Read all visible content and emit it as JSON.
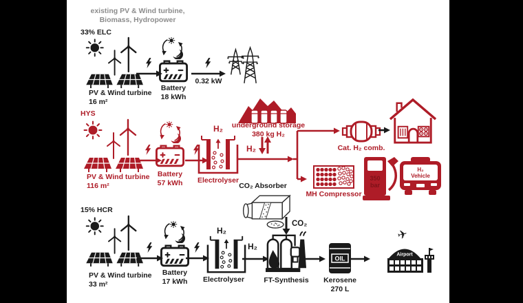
{
  "colors": {
    "accent_red": "#AE1C27",
    "black": "#1a1a1a",
    "gray_note": "#8C8C8C",
    "pump_text_red": "#7E1118"
  },
  "note": {
    "line1": "existing PV & Wind turbine,",
    "line2": "Biomass, Hydropower"
  },
  "icons": {
    "plane": "✈"
  },
  "elc": {
    "label": "33% ELC",
    "pv_name": "PV & Wind turbine",
    "pv_size": "16 m²",
    "battery_name": "Battery",
    "battery_value": "18 kWh",
    "grid_power": "0.32 kW"
  },
  "hys": {
    "label": "HYS",
    "pv_name": "PV & Wind turbine",
    "pv_size": "116 m²",
    "battery_name": "Battery",
    "battery_value": "57 kWh",
    "electrolyser_label": "Electrolyser",
    "h2_out": "H₂",
    "h2_flow": "H₂",
    "storage_name": "underground storage",
    "storage_value": "380 kg H₂",
    "cat_label": "Cat. H₂ comb.",
    "compressor_label": "MH Compressor",
    "pump_line1": "350",
    "pump_line2": "bar",
    "bus_line1": "H₂",
    "bus_line2": "Vehicle"
  },
  "hcr": {
    "label": "15% HCR",
    "pv_name": "PV & Wind turbine",
    "pv_size": "33 m²",
    "battery_name": "Battery",
    "battery_value": "17 kWh",
    "electrolyser_label": "Electrolyser",
    "h2_out": "H₂",
    "h2_flow": "H₂",
    "absorber_label": "CO₂ Absorber",
    "co2_label": "CO₂",
    "ft_label": "FT-Synthesis",
    "barrel_text": "OIL",
    "kerosene_name": "Kerosene",
    "kerosene_value": "270 L",
    "airport_label": "Airport"
  }
}
